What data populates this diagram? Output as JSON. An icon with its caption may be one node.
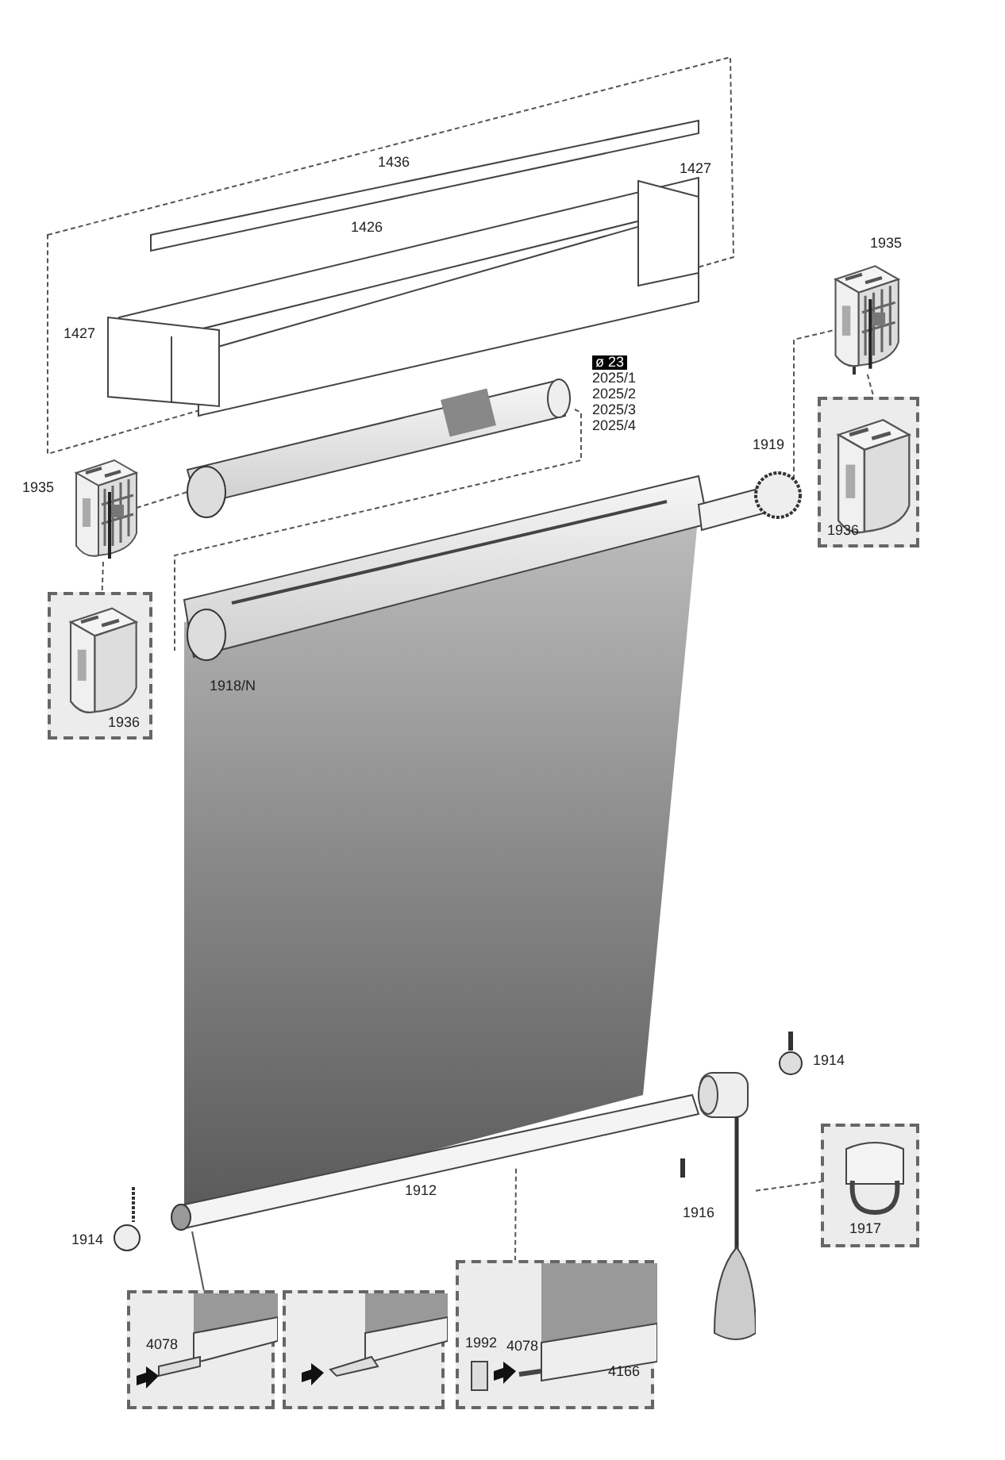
{
  "diagram": {
    "nodes": [
      {
        "text": [
          "1936"
        ]
      },
      {
        "text": [
          "1936"
        ]
      },
      {
        "text": [
          "1917"
        ]
      },
      {
        "text": [
          "4078"
        ]
      },
      {
        "text": [],
        "shape": "box"
      },
      {
        "text": [
          "1992",
          "4078",
          "4166"
        ]
      },
      {
        "text": [],
        "shape": "picture"
      },
      {
        "text": [],
        "shape": "picture"
      },
      {
        "text": [],
        "shape": "picture"
      },
      {
        "text": [],
        "shape": "picture"
      }
    ],
    "edges": [
      {
        "from": 6,
        "to": 0,
        "arrow": "none",
        "style": "dashed"
      },
      {
        "from": 7,
        "to": 1,
        "arrow": "none",
        "style": "dashed"
      },
      {
        "from": 8,
        "to": 2,
        "arrow": "none",
        "style": "dashed"
      },
      {
        "from": 9,
        "to": 5,
        "arrow": "none",
        "style": "dashed"
      },
      {
        "from": 9,
        "to": 3,
        "arrow": "none"
      }
    ],
    "labels": [
      "1436",
      "1426",
      "1427",
      "1427",
      "1935",
      "ø 23",
      "2025/1",
      "2025/2",
      "2025/3",
      "2025/4",
      "1935",
      "1919",
      "1918/N",
      "1914",
      "1912",
      "1914",
      "1916"
    ]
  }
}
